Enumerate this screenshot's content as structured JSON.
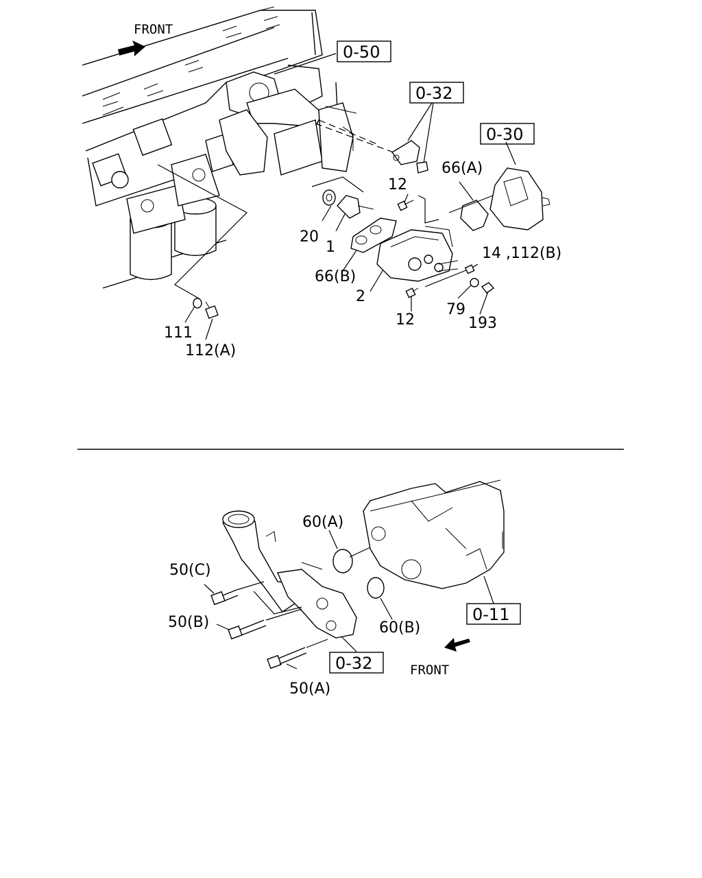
{
  "top_diagram": {
    "front_label": "FRONT",
    "ref_boxes": {
      "r050": "0-50",
      "r032": "0-32",
      "r030": "0-30"
    },
    "labels": {
      "l66a": "66(A)",
      "l12top": "12",
      "l20": "20",
      "l1": "1",
      "l66b": "66(B)",
      "l2": "2",
      "l14_112b": "14 ,112(B)",
      "l12bot": "12",
      "l79": "79",
      "l193": "193",
      "l111": "111",
      "l112a": "112(A)"
    }
  },
  "bottom_diagram": {
    "front_label": "FRONT",
    "ref_boxes": {
      "r011": "0-11",
      "r032": "0-32"
    },
    "labels": {
      "l60a": "60(A)",
      "l60b": "60(B)",
      "l50c": "50(C)",
      "l50b": "50(B)",
      "l50a": "50(A)"
    }
  }
}
